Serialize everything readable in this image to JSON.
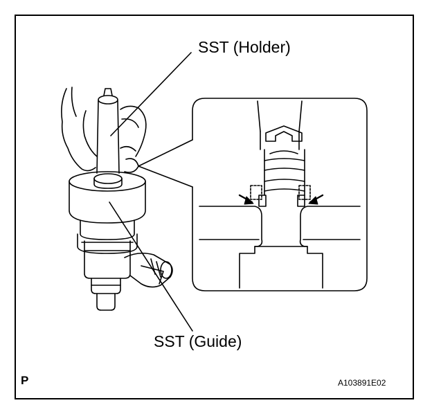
{
  "labels": {
    "holder": "SST (Holder)",
    "guide": "SST (Guide)",
    "corner_mark": "P",
    "figure_code": "A103891E02"
  }
}
